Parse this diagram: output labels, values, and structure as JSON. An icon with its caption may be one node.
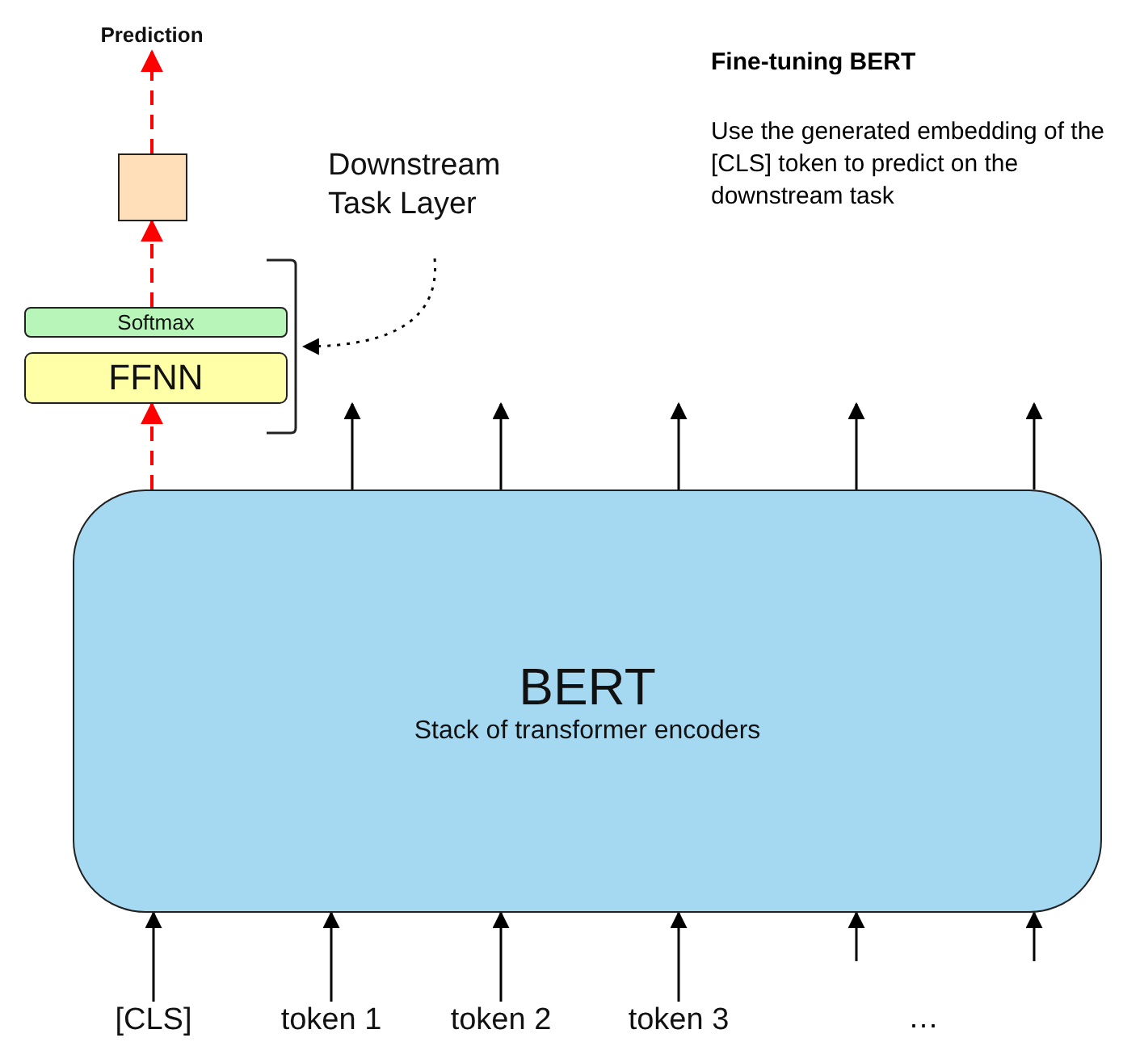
{
  "diagram": {
    "title": "Fine-tuning BERT",
    "nodes": [
      {
        "text": [
          "Prediction"
        ]
      },
      {
        "text": [],
        "shape": "box"
      },
      {
        "text": [
          "Softmax"
        ]
      },
      {
        "text": [
          "FFNN"
        ]
      },
      {
        "text": [],
        "shape": "bracket"
      },
      {
        "text": [
          "Downstream Task Layer"
        ]
      },
      {
        "text": [
          "BERT",
          "Stack of transformer encoders"
        ]
      },
      {
        "text": [
          "[CLS]"
        ]
      },
      {
        "text": [
          "token 1"
        ]
      },
      {
        "text": [
          "token 2"
        ]
      },
      {
        "text": [
          "token 3"
        ]
      }
    ],
    "edges": [
      {
        "from": 6,
        "to": 3,
        "arrow": "to",
        "style": "dashed",
        "color": "#ff0000"
      },
      {
        "from": 2,
        "to": 1,
        "arrow": "to",
        "style": "dashed",
        "color": "#ff0000"
      },
      {
        "from": 1,
        "to": 0,
        "arrow": "to",
        "style": "dashed",
        "color": "#ff0000"
      },
      {
        "from": 5,
        "to": 4,
        "arrow": "to",
        "style": "dashed"
      },
      {
        "from": 6,
        "to": null,
        "arrow": "to"
      },
      {
        "from": 6,
        "to": null,
        "arrow": "to"
      },
      {
        "from": 6,
        "to": null,
        "arrow": "to"
      },
      {
        "from": 6,
        "to": null,
        "arrow": "to"
      },
      {
        "from": 6,
        "to": null,
        "arrow": "to"
      },
      {
        "from": 7,
        "to": 6,
        "arrow": "to"
      },
      {
        "from": 8,
        "to": 6,
        "arrow": "to"
      },
      {
        "from": 9,
        "to": 6,
        "arrow": "to"
      },
      {
        "from": 10,
        "to": 6,
        "arrow": "to"
      },
      {
        "from": null,
        "to": 6,
        "arrow": "to"
      },
      {
        "from": null,
        "to": 6,
        "arrow": "to"
      }
    ],
    "labels": [
      "Use the generated embedding of the [CLS] token to predict on the downstream task",
      "…"
    ]
  }
}
